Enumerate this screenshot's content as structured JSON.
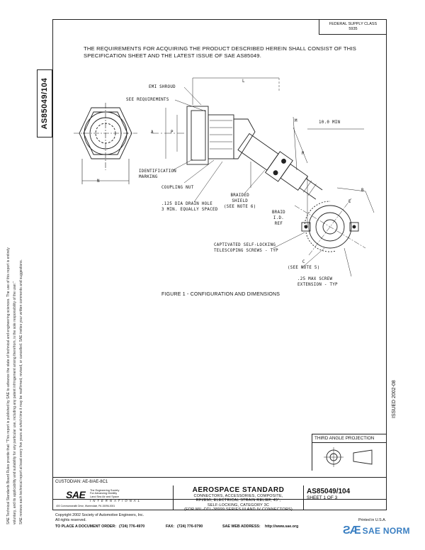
{
  "federal_supply_class": {
    "label": "FEDERAL SUPPLY CLASS",
    "value": "5935"
  },
  "doc_id_vertical": "AS85049/104",
  "disclaimer_vertical": [
    "SAE Technical Standards Board Rules provide that: \"This report is published by SAE to advance the state of technical and engineering sciences. The use of this report is entirely",
    "voluntary, and its applicability and suitability for any particular use, including any patent infringement arising therefrom, is the sole responsibility of the user.\"",
    "SAE reviews each technical report at least every five years at which time it may be reaffirmed, revised, or cancelled. SAE invites your written comments and suggestions."
  ],
  "requirements_text": "THE REQUIREMENTS FOR ACQUIRING THE PRODUCT DESCRIBED HEREIN SHALL CONSIST OF THIS SPECIFICATION SHEET AND THE LATEST ISSUE OF SAE AS85049.",
  "drawing_labels": {
    "emi_shroud": "EMI SHROUD",
    "see_requirements": "SEE REQUIREMENTS",
    "identification_marking": "IDENTIFICATION\nMARKING",
    "coupling_nut": "COUPLING NUT",
    "drain_hole": ".125 DIA DRAIN HOLE\n3 MIN. EQUALLY SPACED",
    "braided_shield": "BRAIDED\nSHIELD\n(SEE NOTE 6)",
    "braid_id": "BRAID\nI.D.\nREF",
    "captivated_screws": "CAPTIVATED SELF-LOCKING\nTELESCOPING SCREWS - TYP",
    "c_note": "C\n(SEE NOTE 5)",
    "max_screw": ".25 MAX SCREW\nEXTENSION - TYP",
    "ten_min": "10.0 MIN",
    "dim_L": "L",
    "dim_M": "M",
    "dim_A": "A",
    "dim_P": "P",
    "dim_N": "N",
    "dim_R": "R",
    "dim_B": "B",
    "dim_E": "E"
  },
  "figure_caption": "FIGURE 1 - CONFIGURATION AND DIMENSIONS",
  "issued": "ISSUED 2002-08",
  "third_angle_projection": "THIRD ANGLE PROJECTION",
  "custodian": "CUSTODIAN: AE-8/AE-8C1",
  "title_block": {
    "logo_text": "SAE",
    "logo_tagline": "The Engineering Society\nFor Advancing Mobility\nLand Sea Air and Space",
    "logo_intl": "INTERNATIONAL",
    "logo_address": "400 Commonwealth Drive, Warrendale, PA 15096-0001",
    "standard_type": "AEROSPACE STANDARD",
    "description": "CONNECTORS, ACCESSORIES, COMPOSITE,\nRFI/EMI, ELECTRICAL STRAIN RELIEF, 45°,\nSELF-LOCKING, CATEGORY 3C\n(FOR MIL-DTL-38999 SERIES III AND IV CONNECTORS)",
    "doc_number": "AS85049/104",
    "sheet": "SHEET 1 OF 3"
  },
  "footer": {
    "copyright": "Copyright 2002 Society of Automotive Engineers, Inc.",
    "rights": "All rights reserved.",
    "printed": "Printed in U.S.A.",
    "order_label": "TO PLACE A DOCUMENT ORDER:",
    "order_phone": "(724) 776-4970",
    "fax_label": "FAX:",
    "fax": "(724) 776-0790",
    "web_label": "SAE WEB ADDRESS:",
    "web": "http://www.sae.org"
  },
  "watermark": "SAE NORM"
}
